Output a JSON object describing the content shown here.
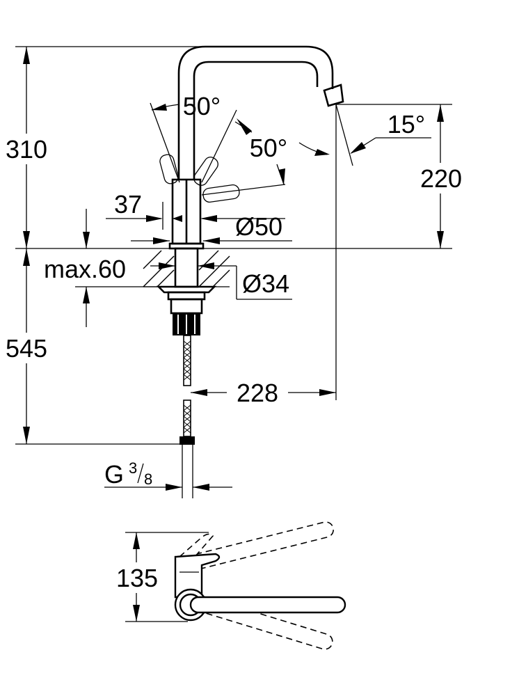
{
  "side_view": {
    "height_above_counter": "310",
    "spout_height": "220",
    "depth_below_counter": "545",
    "lever_angle_left": "50°",
    "lever_angle_right": "50°",
    "spout_tilt": "15°",
    "lever_offset": "37",
    "body_diameter": "Ø50",
    "max_counter_thickness": "max.60",
    "hole_diameter": "Ø34",
    "spout_reach": "228",
    "connection_prefix": "G",
    "connection_numerator": "3",
    "connection_denominator": "8"
  },
  "top_view": {
    "depth": "135"
  }
}
